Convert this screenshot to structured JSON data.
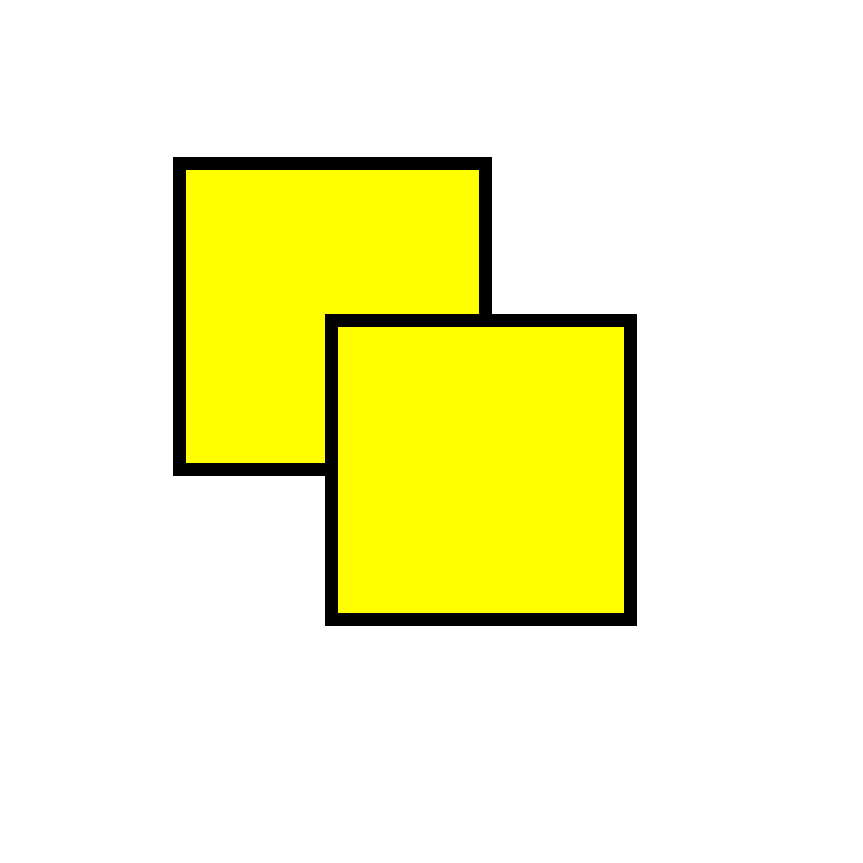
{
  "canvas": {
    "background_color": "#ffffff"
  },
  "shapes": {
    "fill_color": "#ffff00",
    "stroke_color": "#000000",
    "items": [
      {
        "name": "square-back",
        "shape": "square"
      },
      {
        "name": "square-front",
        "shape": "square"
      }
    ]
  }
}
